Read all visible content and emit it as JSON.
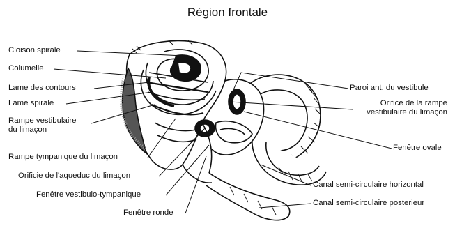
{
  "title": "Région frontale",
  "labels": {
    "cloison_spirale": "Cloison spirale",
    "columelle": "Columelle",
    "lame_des_contours": "Lame des contours",
    "lame_spirale": "Lame spirale",
    "rampe_vestibulaire_1": "Rampe vestibulaire",
    "rampe_vestibulaire_2": "du limaçon",
    "rampe_tympanique": "Rampe tympanique du limaçon",
    "orificie_aqueduc": "Orificie de l'aqueduc du limaçon",
    "fenetre_vestibulo": "Fenêtre vestibulo-tympanique",
    "fenetre_ronde": "Fenêtre ronde",
    "paroi_ant": "Paroi ant. du vestibule",
    "orifice_rampe_1": "Orifice de la rampe",
    "orifice_rampe_2": "vestibulaire du limaçon",
    "fenetre_ovale": "Fenêtre ovale",
    "canal_horizontal": "Canal semi-circulaire horizontal",
    "canal_posterieur": "Canal semi-circulaire posterieur"
  }
}
